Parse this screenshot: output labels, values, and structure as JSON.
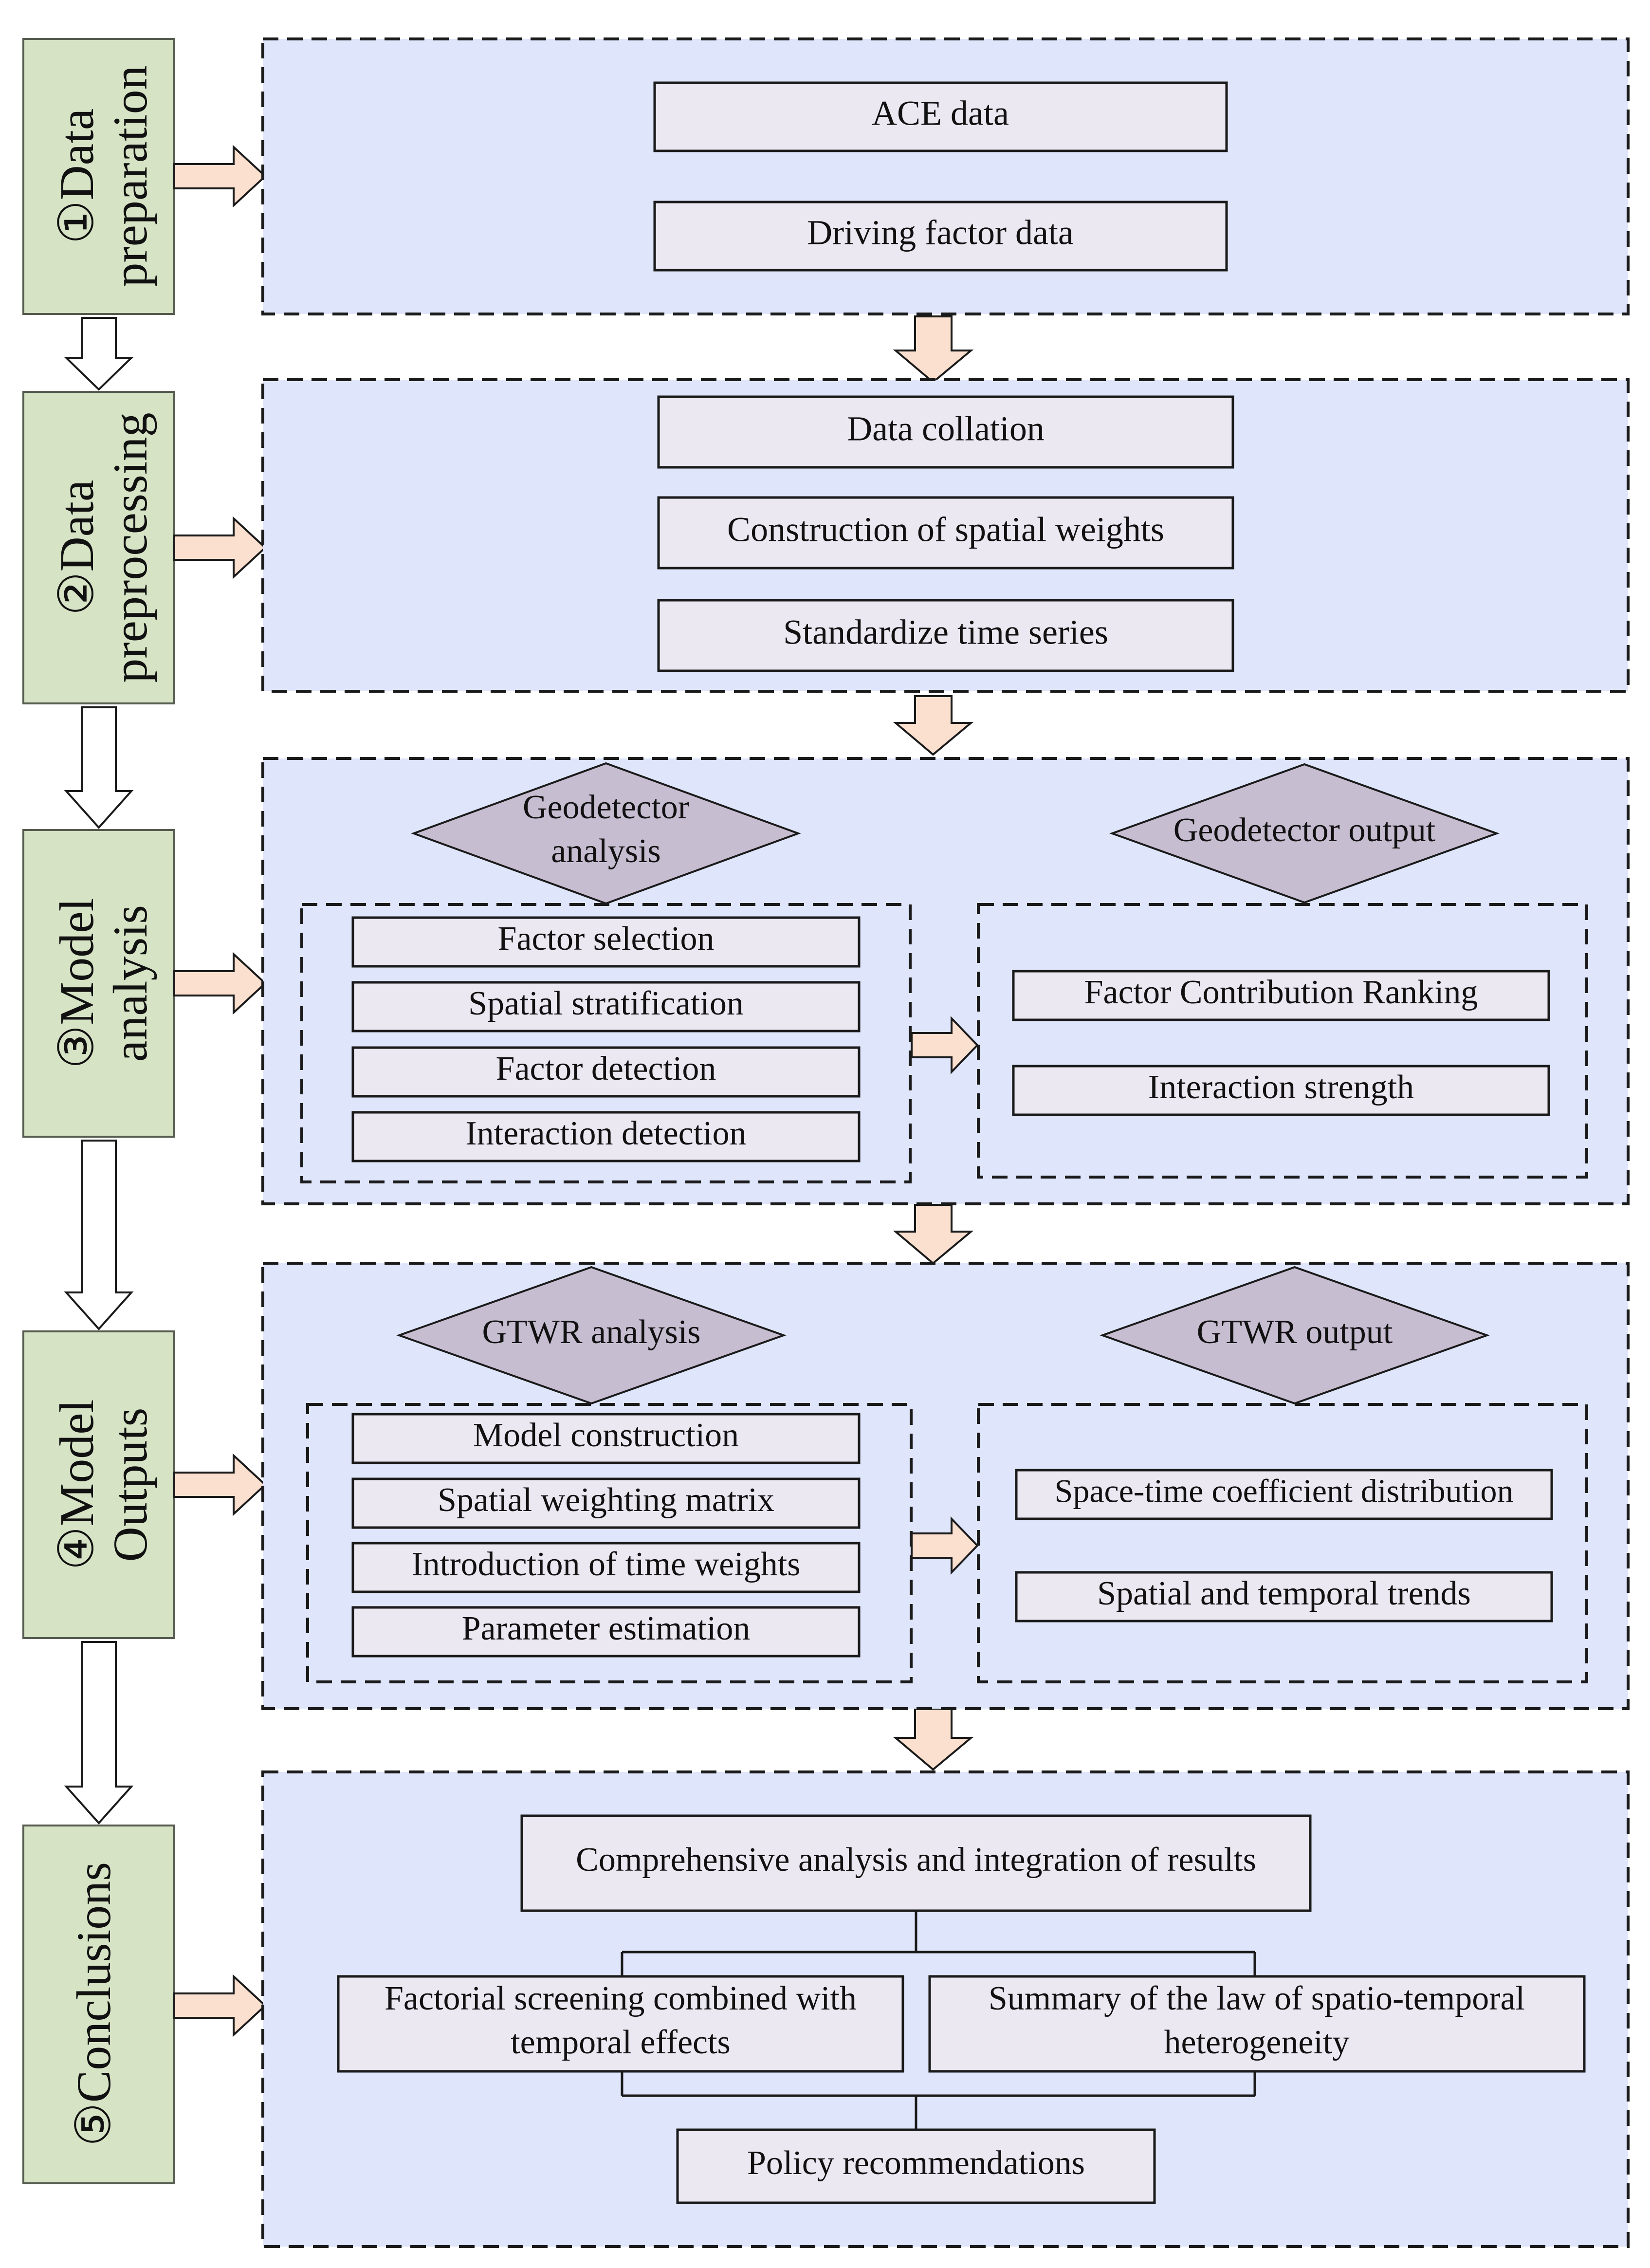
{
  "stages": [
    {
      "label": "①Data",
      "label2": "preparation"
    },
    {
      "label": "②Data",
      "label2": "preprocessing"
    },
    {
      "label": "③Model",
      "label2": "analysis"
    },
    {
      "label": "④Model",
      "label2": "Outputs"
    },
    {
      "label": "⑤Conclusions"
    }
  ],
  "panel1": {
    "boxes": [
      "ACE data",
      "Driving factor data"
    ]
  },
  "panel2": {
    "boxes": [
      "Data collation",
      "Construction of spatial weights",
      "Standardize time series"
    ]
  },
  "panel3": {
    "diamond_left": {
      "line1": "Geodetector",
      "line2": "analysis"
    },
    "diamond_right": "Geodetector output",
    "left_boxes": [
      "Factor selection",
      "Spatial stratification",
      "Factor detection",
      "Interaction detection"
    ],
    "right_boxes": [
      "Factor Contribution Ranking",
      "Interaction strength"
    ]
  },
  "panel4": {
    "diamond_left": "GTWR analysis",
    "diamond_right": "GTWR output",
    "left_boxes": [
      "Model construction",
      "Spatial weighting matrix",
      "Introduction of time weights",
      "Parameter estimation"
    ],
    "right_boxes": [
      "Space-time coefficient distribution",
      "Spatial and temporal trends"
    ]
  },
  "panel5": {
    "top": "Comprehensive analysis and integration of results",
    "left": {
      "line1": "Factorial screening combined with",
      "line2": "temporal effects"
    },
    "right": {
      "line1": "Summary of the law of spatio-temporal",
      "line2": "heterogeneity"
    },
    "bottom": "Policy recommendations"
  }
}
